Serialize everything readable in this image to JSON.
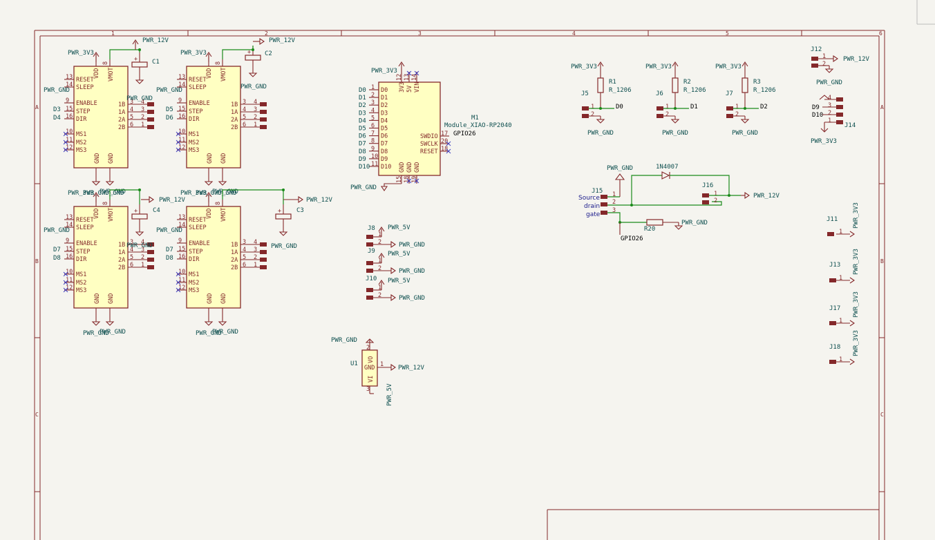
{
  "frame": {
    "columns": [
      "1",
      "2",
      "3",
      "4",
      "5",
      "6"
    ],
    "rows": [
      "A",
      "B",
      "C"
    ]
  },
  "nets": {
    "pwr_12v": "PWR_12V",
    "pwr_3v3": "PWR_3V3",
    "pwr_gnd": "PWR_GND",
    "pwr_5v": "PWR_5V",
    "pwr_gnd_overlap": "PWR_GWD_GND",
    "gpio26": "GPIO26"
  },
  "drivers": {
    "pins_left": [
      "RESET",
      "SLEEP",
      "ENABLE",
      "STEP",
      "DIR",
      "MS1",
      "MS2",
      "MS3"
    ],
    "pins_right": [
      "1B",
      "1A",
      "2A",
      "2B"
    ],
    "pins_top": [
      "VDD",
      "VMOT"
    ],
    "pins_bottom": [
      "GND",
      "GND"
    ],
    "pin_nums_left": [
      "13",
      "14",
      "9",
      "15",
      "16",
      "10",
      "11",
      "12"
    ],
    "pin_nums_right": [
      "3",
      "4",
      "5",
      "6"
    ],
    "conn_nums": [
      "4",
      "3",
      "2",
      "1"
    ],
    "caps": [
      "C1",
      "C2",
      "C4",
      "C3"
    ],
    "d1": {
      "step": "D3",
      "dir": "D4"
    },
    "d2": {
      "step": "D5",
      "dir": "D6"
    },
    "d3": {
      "step": "D7",
      "dir": "D8"
    },
    "d4": {
      "step": "D7",
      "dir": "D8"
    }
  },
  "xiao": {
    "ref": "M1",
    "value": "Module_XIAO-RP2040",
    "left_pins": [
      "D0",
      "D1",
      "D2",
      "D3",
      "D4",
      "D5",
      "D6",
      "D7",
      "D8",
      "D9",
      "D10"
    ],
    "left_nums": [
      "1",
      "2",
      "3",
      "4",
      "5",
      "6",
      "7",
      "8",
      "9",
      "10",
      "11"
    ],
    "top_pins": [
      "3V3",
      "5V",
      "VIN"
    ],
    "top_nums": [
      "12",
      "13",
      "14"
    ],
    "right_pins": [
      "SWDIO",
      "SWCLK",
      "RESET"
    ],
    "right_nums": [
      "17",
      "20",
      "18"
    ],
    "bottom_pins": [
      "GND",
      "GND",
      "GND"
    ],
    "bottom_nums": [
      "15",
      "18",
      "19"
    ],
    "gpio_label": "GPIO26"
  },
  "endstops": [
    {
      "res": "R1",
      "res_val": "R_1206",
      "conn": "J5",
      "net": "D0"
    },
    {
      "res": "R2",
      "res_val": "R_1206",
      "conn": "J6",
      "net": "D1"
    },
    {
      "res": "R3",
      "res_val": "R_1206",
      "conn": "J7",
      "net": "D2"
    }
  ],
  "connectors": {
    "j12": "J12",
    "j14": "J14",
    "j14_d9": "D9",
    "j14_d10": "D10",
    "j15": "J15",
    "j16": "J16",
    "j8": "J8",
    "j9": "J9",
    "j10": "J10",
    "j11": "J11",
    "j13": "J13",
    "j17": "J17",
    "j18": "J18",
    "u1": "U1",
    "u1_vo": "VO",
    "u1_gnd": "GND",
    "u1_vi": "VI",
    "r20": "R20",
    "diode": "1N4007",
    "mos_source": "Source",
    "mos_drain": "drain",
    "mos_gate": "gate"
  }
}
